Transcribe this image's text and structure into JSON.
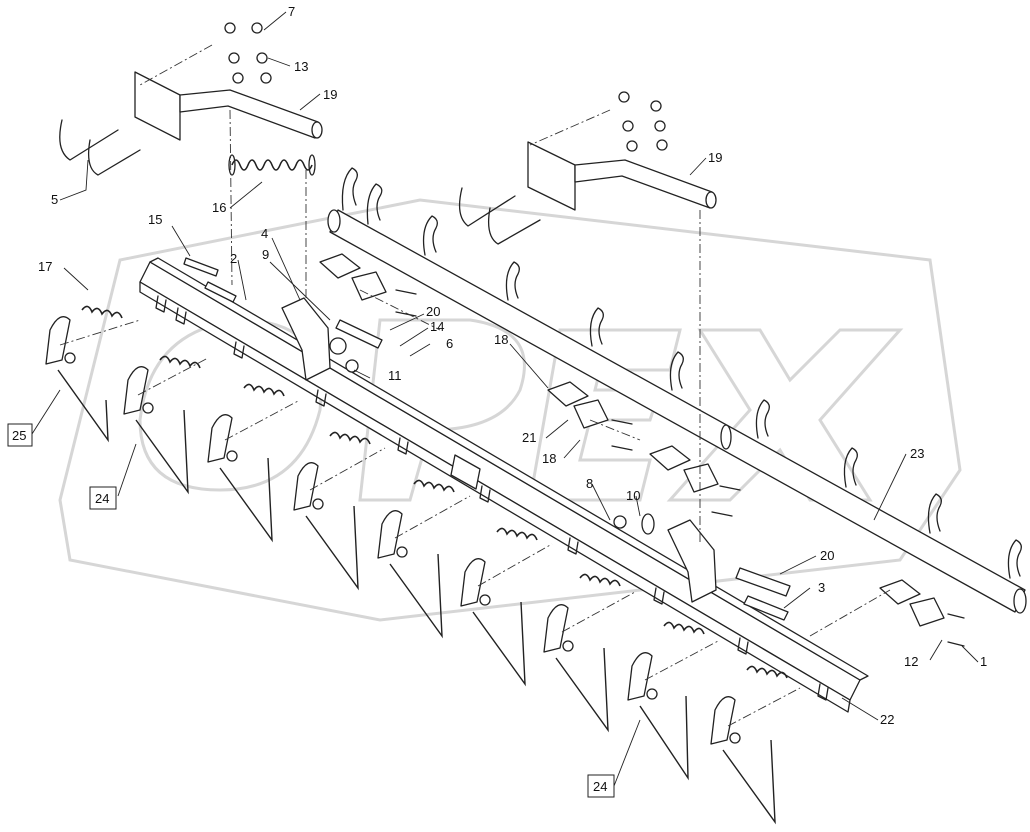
{
  "diagram": {
    "callouts": [
      {
        "id": "c7",
        "label": "7"
      },
      {
        "id": "c13",
        "label": "13"
      },
      {
        "id": "c19a",
        "label": "19"
      },
      {
        "id": "c5",
        "label": "5"
      },
      {
        "id": "c16",
        "label": "16"
      },
      {
        "id": "c19b",
        "label": "19"
      },
      {
        "id": "c15",
        "label": "15"
      },
      {
        "id": "c4",
        "label": "4"
      },
      {
        "id": "c2",
        "label": "2"
      },
      {
        "id": "c9",
        "label": "9"
      },
      {
        "id": "c17",
        "label": "17"
      },
      {
        "id": "c20a",
        "label": "20"
      },
      {
        "id": "c14",
        "label": "14"
      },
      {
        "id": "c6",
        "label": "6"
      },
      {
        "id": "c11",
        "label": "11"
      },
      {
        "id": "c18a",
        "label": "18"
      },
      {
        "id": "c21",
        "label": "21"
      },
      {
        "id": "c18b",
        "label": "18"
      },
      {
        "id": "c8",
        "label": "8"
      },
      {
        "id": "c10",
        "label": "10"
      },
      {
        "id": "c23",
        "label": "23"
      },
      {
        "id": "c20b",
        "label": "20"
      },
      {
        "id": "c3",
        "label": "3"
      },
      {
        "id": "c12",
        "label": "12"
      },
      {
        "id": "c1",
        "label": "1"
      },
      {
        "id": "c22",
        "label": "22"
      }
    ],
    "boxed_callouts": [
      {
        "id": "b25",
        "label": "25"
      },
      {
        "id": "b24a",
        "label": "24"
      },
      {
        "id": "b24b",
        "label": "24"
      }
    ],
    "watermark": "OPEX"
  }
}
